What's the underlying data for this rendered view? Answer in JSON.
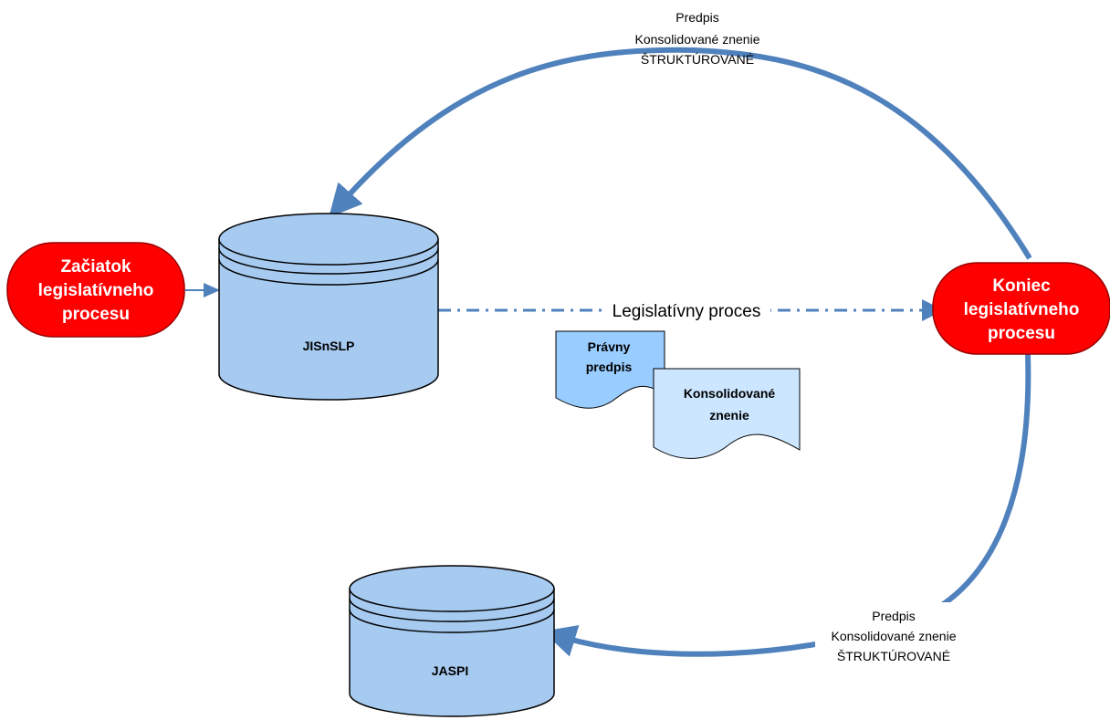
{
  "nodes": {
    "start": {
      "lines": [
        "Začiatok",
        "legislatívneho",
        "procesu"
      ]
    },
    "end": {
      "lines": [
        "Koniec",
        "legislatívneho",
        "procesu"
      ]
    },
    "jisnslp": {
      "label": "JISnSLP"
    },
    "jaspi": {
      "label": "JASPI"
    },
    "doc_predpis": {
      "lines": [
        "Právny",
        "predpis"
      ]
    },
    "doc_konsolidovane": {
      "lines": [
        "Konsolidované",
        "znenie"
      ]
    }
  },
  "edges": {
    "process_label": "Legislatívny proces",
    "top_label": [
      "Predpis",
      "Konsolidované znenie",
      "ŠTRUKTÚROVANÉ"
    ],
    "bottom_label": [
      "Predpis",
      "Konsolidované znenie",
      "ŠTRUKTÚROVANÉ"
    ]
  },
  "colors": {
    "red": "#ff0000",
    "db_fill": "#a6caf0",
    "doc_fill": "#99ccff",
    "doc_fill_light": "#cce6ff",
    "arrow": "#4f81bd"
  }
}
